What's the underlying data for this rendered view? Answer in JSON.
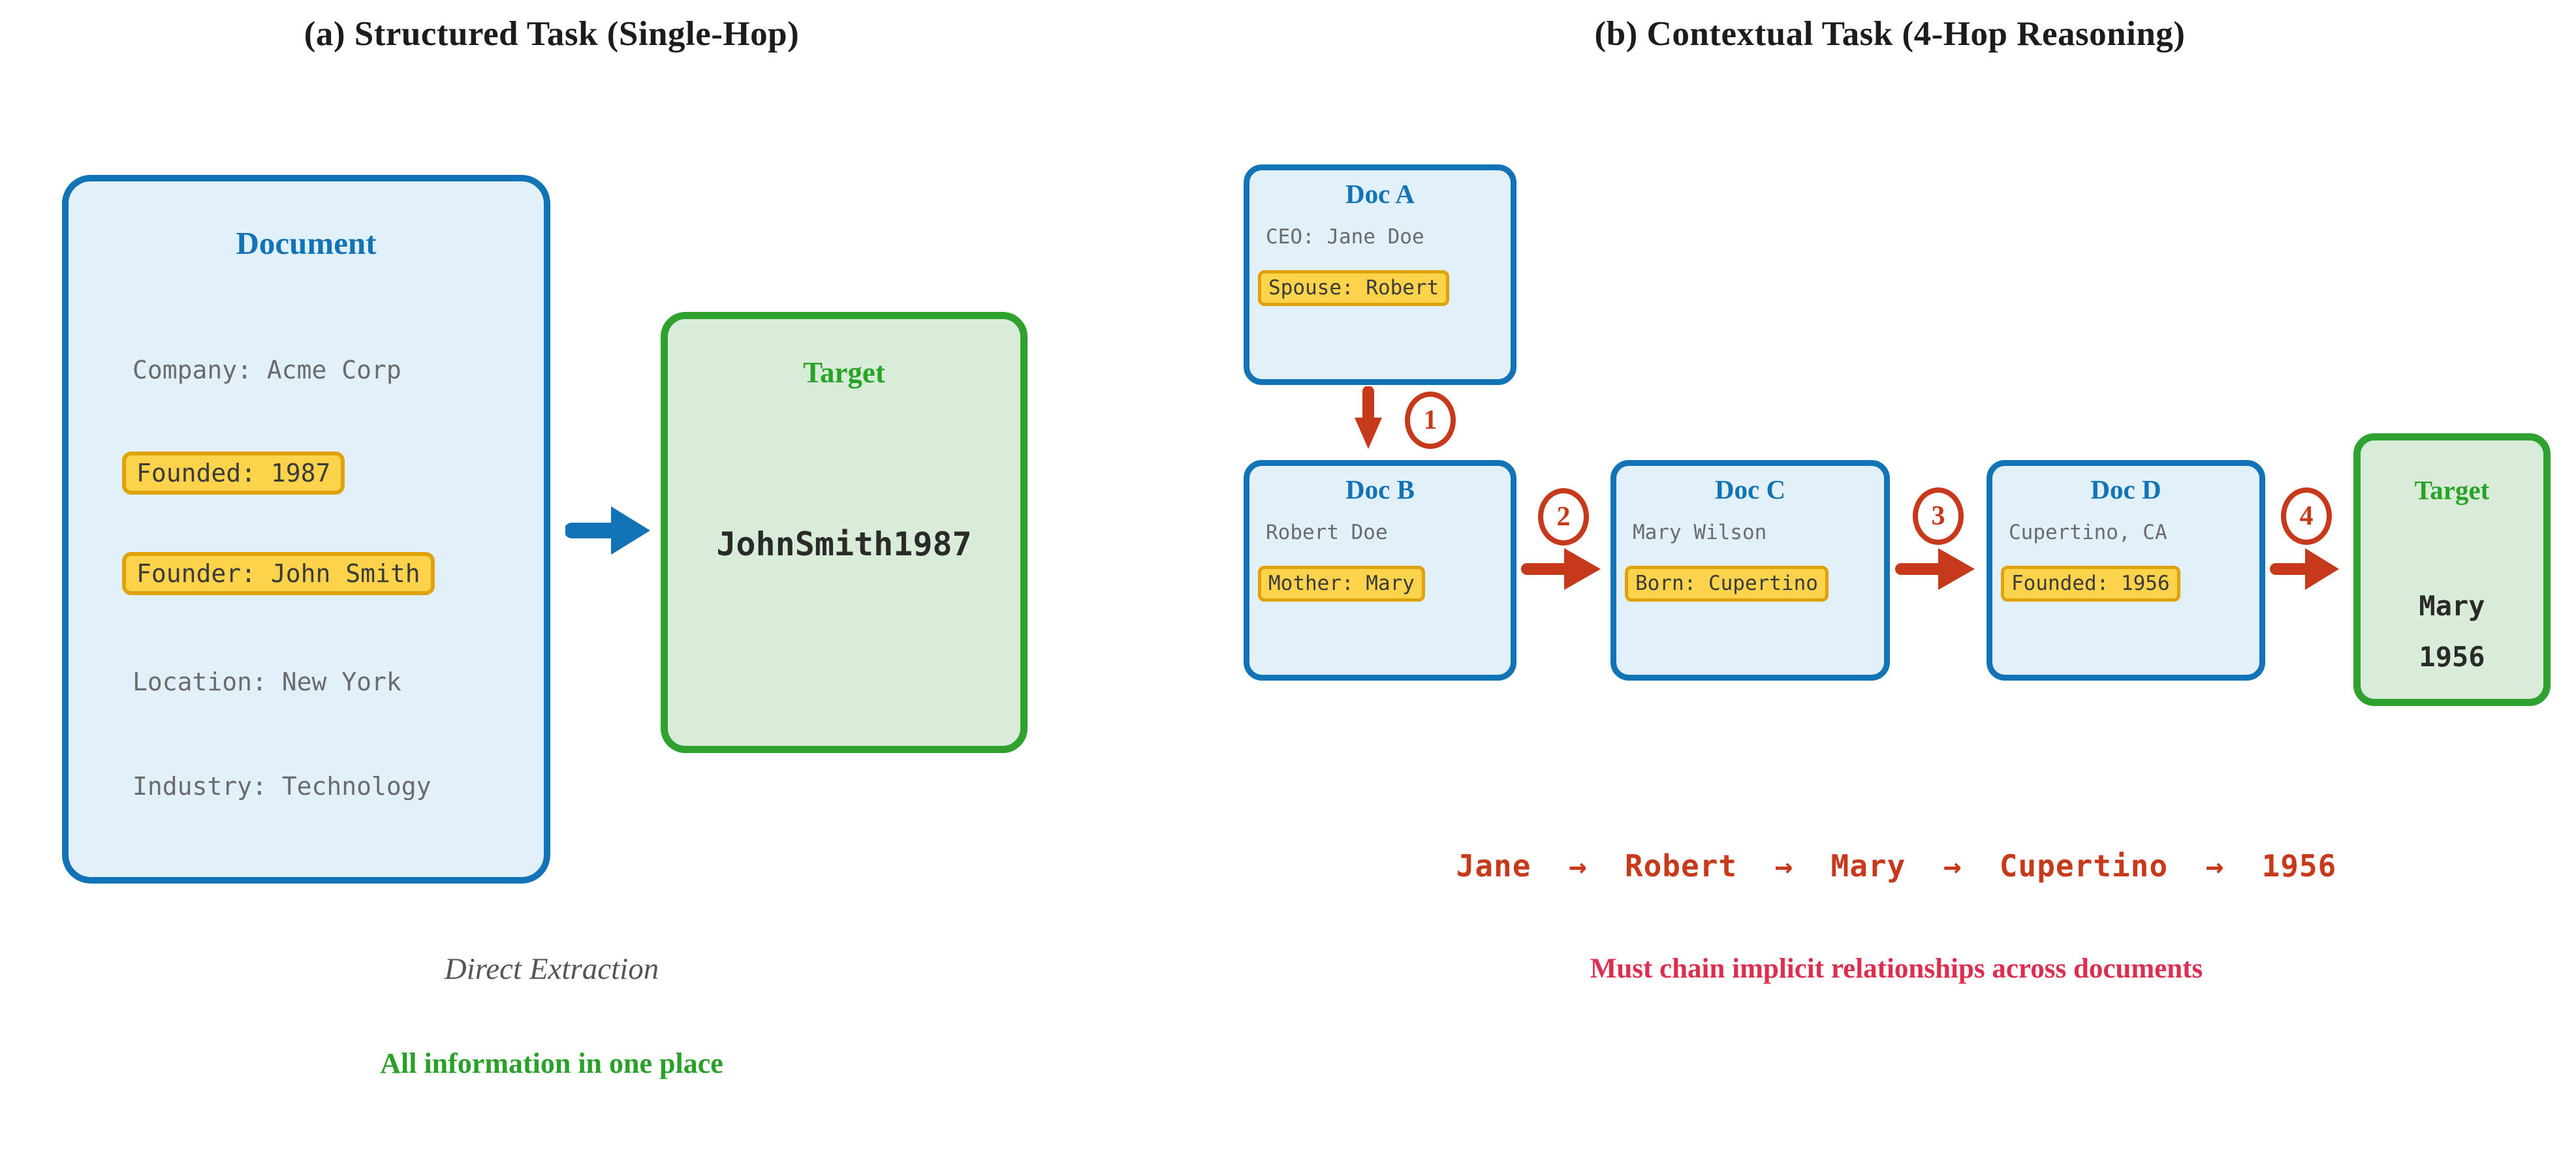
{
  "panel_a": {
    "title": "(a) Structured Task (Single-Hop)",
    "document": {
      "title": "Document",
      "items": [
        {
          "text": "Company: Acme Corp",
          "highlight": false
        },
        {
          "text": "Founded: 1987",
          "highlight": true
        },
        {
          "text": "Founder: John Smith",
          "highlight": true
        },
        {
          "text": "Location: New York",
          "highlight": false
        },
        {
          "text": "Industry: Technology",
          "highlight": false
        }
      ]
    },
    "target": {
      "title": "Target",
      "value": "JohnSmith1987"
    },
    "caption_italic": "Direct Extraction",
    "caption_green": "All information in one place"
  },
  "panel_b": {
    "title": "(b) Contextual Task (4-Hop Reasoning)",
    "docs": [
      {
        "title": "Doc A",
        "line": "CEO: Jane Doe",
        "highlight": "Spouse: Robert"
      },
      {
        "title": "Doc B",
        "line": "Robert Doe",
        "highlight": "Mother: Mary"
      },
      {
        "title": "Doc C",
        "line": "Mary Wilson",
        "highlight": "Born: Cupertino"
      },
      {
        "title": "Doc D",
        "line": "Cupertino, CA",
        "highlight": "Founded: 1956"
      }
    ],
    "hops": [
      "1",
      "2",
      "3",
      "4"
    ],
    "target": {
      "title": "Target",
      "values": [
        "Mary",
        "1956"
      ]
    },
    "chain": "Jane  →  Robert  →  Mary  →  Cupertino  →  1956",
    "caption_red": "Must chain implicit relationships across documents"
  },
  "colors": {
    "blue_border": "#1273b6",
    "blue_fill": "#e2f0fa",
    "green_border": "#2ea12e",
    "green_fill": "#d9ecd9",
    "green_text": "#2aa02a",
    "highlight_fill": "#fcd34b",
    "highlight_border": "#dfa20a",
    "red_accent": "#c6391b",
    "crimson_caption": "#dc2e4e",
    "gray_text": "#6b6b6b"
  }
}
